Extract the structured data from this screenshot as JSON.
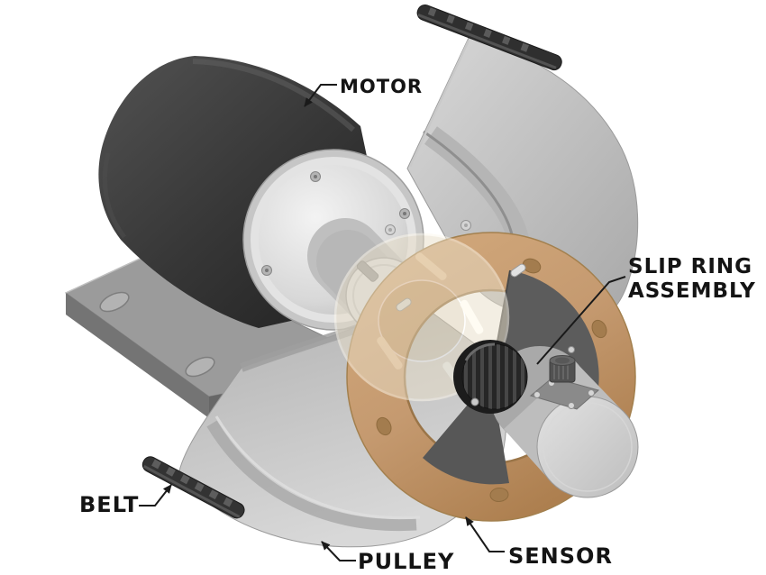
{
  "figure_labels": {
    "motor": "MOTOR",
    "belt": "BELT",
    "pulley": "PULLEY",
    "sensor": "SENSOR",
    "slip_ring_line1": "SLIP RING",
    "slip_ring_line2": "ASSEMBLY"
  },
  "palette": {
    "background": "#ffffff",
    "label_text": "#141414",
    "leader_line": "#1a1a1a",
    "slip_ring_tan": "#c59a70",
    "motor_black": "#2b2b2b",
    "metal_light_gray": "#c6c6c6",
    "metal_mid_gray": "#989898"
  }
}
